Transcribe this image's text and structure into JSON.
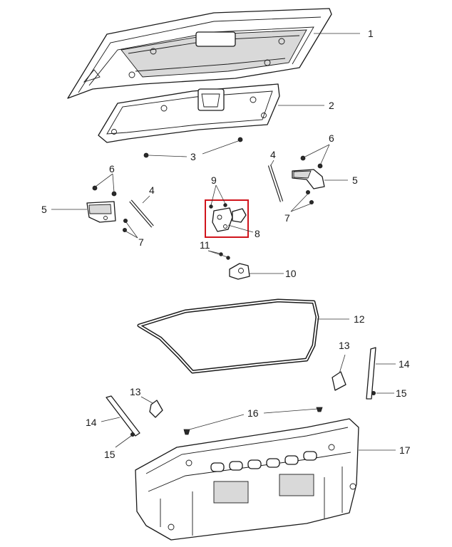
{
  "diagram": {
    "highlight_color": "#d0141c",
    "callouts": [
      {
        "id": "c1",
        "label": "1"
      },
      {
        "id": "c2",
        "label": "2"
      },
      {
        "id": "c3",
        "label": "3"
      },
      {
        "id": "c4a",
        "label": "4"
      },
      {
        "id": "c4b",
        "label": "4"
      },
      {
        "id": "c5a",
        "label": "5"
      },
      {
        "id": "c5b",
        "label": "5"
      },
      {
        "id": "c6a",
        "label": "6"
      },
      {
        "id": "c6b",
        "label": "6"
      },
      {
        "id": "c7a",
        "label": "7"
      },
      {
        "id": "c7b",
        "label": "7"
      },
      {
        "id": "c8",
        "label": "8"
      },
      {
        "id": "c9",
        "label": "9"
      },
      {
        "id": "c10",
        "label": "10"
      },
      {
        "id": "c11",
        "label": "11"
      },
      {
        "id": "c12",
        "label": "12"
      },
      {
        "id": "c13a",
        "label": "13"
      },
      {
        "id": "c13b",
        "label": "13"
      },
      {
        "id": "c14a",
        "label": "14"
      },
      {
        "id": "c14b",
        "label": "14"
      },
      {
        "id": "c15a",
        "label": "15"
      },
      {
        "id": "c15b",
        "label": "15"
      },
      {
        "id": "c16",
        "label": "16"
      },
      {
        "id": "c17",
        "label": "17"
      }
    ]
  }
}
